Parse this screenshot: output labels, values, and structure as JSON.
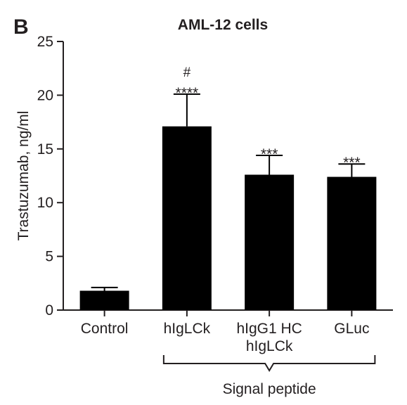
{
  "chart_data": {
    "type": "bar",
    "panel_label": "B",
    "title": "AML-12 cells",
    "ylabel": "Trastuzumab, ng/ml",
    "xlabel": "",
    "ylim": [
      0,
      25
    ],
    "yticks": [
      0,
      5,
      10,
      15,
      20,
      25
    ],
    "grid": false,
    "categories": [
      {
        "lines": [
          "Control"
        ]
      },
      {
        "lines": [
          "hIgLCk"
        ]
      },
      {
        "lines": [
          "hIgG1 HC",
          "hIgLCk"
        ]
      },
      {
        "lines": [
          "GLuc"
        ]
      }
    ],
    "values": [
      1.8,
      17.1,
      12.6,
      12.4
    ],
    "errors": [
      0.3,
      3.0,
      1.8,
      1.2
    ],
    "significance": [
      [],
      [
        "****",
        "#"
      ],
      [
        "***"
      ],
      [
        "***"
      ]
    ],
    "bracket": {
      "label": "Signal peptide",
      "from_category": 1,
      "to_category": 3
    },
    "colors": {
      "bar": "#000000",
      "text": "#231f20"
    }
  }
}
